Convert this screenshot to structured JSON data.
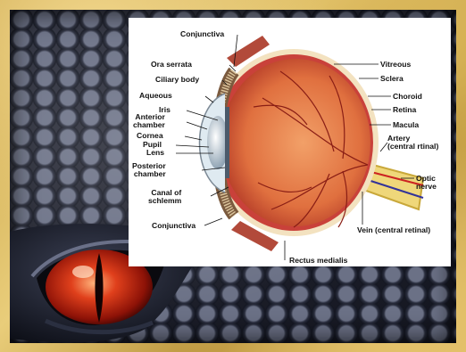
{
  "labels": {
    "conjunctiva_top": "Conjunctiva",
    "ora_serrata": "Ora serrata",
    "ciliary_body": "Ciliary body",
    "aqueous": "Aqueous",
    "iris": "Iris",
    "anterior_chamber": "Anterior\nchamber",
    "cornea": "Cornea",
    "pupil": "Pupil",
    "lens": "Lens",
    "posterior_chamber": "Posterior\nchamber",
    "canal_of_schlemm": "Canal of\nschlemm",
    "conjunctiva_bottom": "Conjunctiva",
    "vitreous": "Vitreous",
    "sclera": "Sclera",
    "choroid": "Choroid",
    "retina": "Retina",
    "macula": "Macula",
    "artery": "Artery\n(central rtinal)",
    "optic_nerve": "Optic\nnerve",
    "vein": "Vein (central retinal)",
    "rectus_medialis": "Rectus medialis"
  },
  "colors": {
    "sclera": "#f4e6c8",
    "choroid": "#c9413a",
    "retina_fill": "#e98a55",
    "frame": "#d4b25a",
    "dragon_iris": "#c9230f"
  },
  "icons": {
    "decoration": "dragon-eye-icon"
  }
}
